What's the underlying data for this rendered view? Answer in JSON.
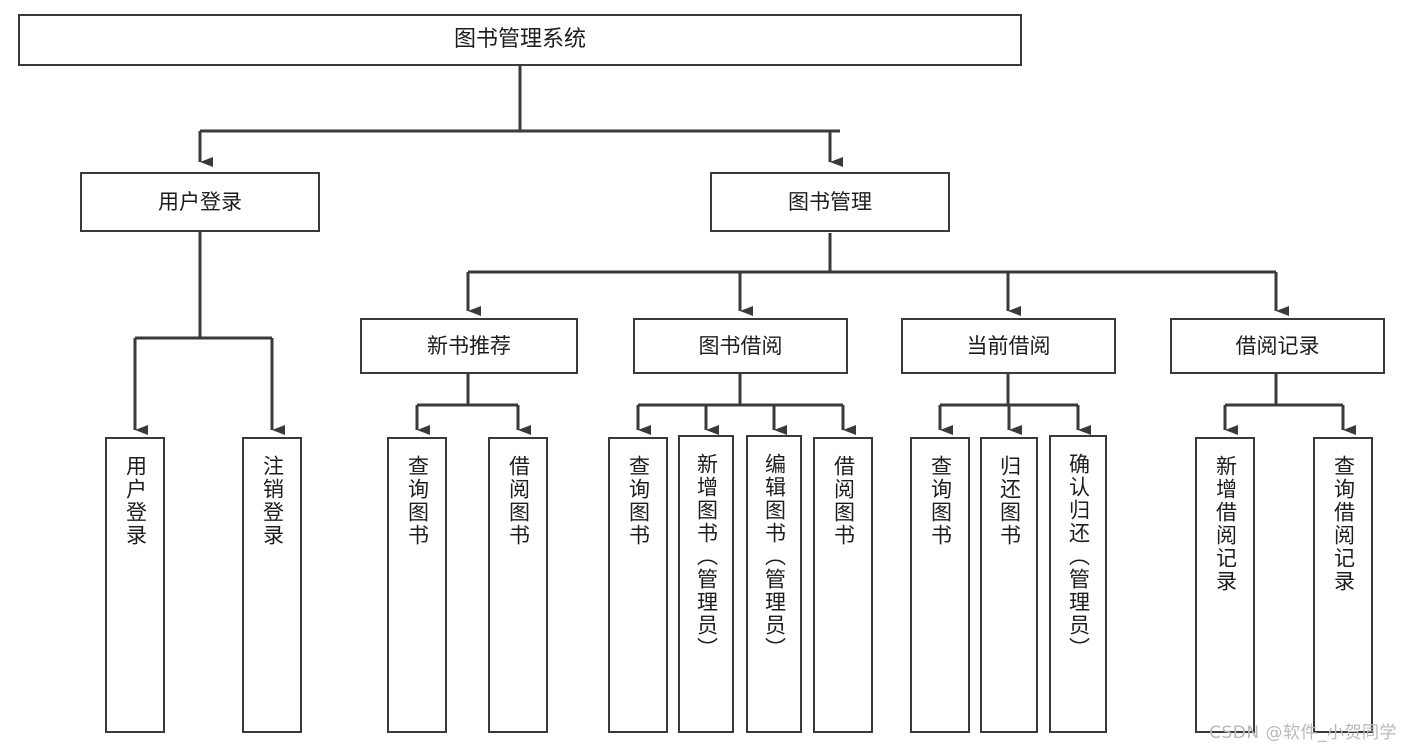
{
  "diagram": {
    "type": "tree",
    "title": "图书管理系统",
    "watermark": "CSDN @软件_小贺同学",
    "colors": {
      "stroke": "#3a3a3a",
      "fill": "#ffffff",
      "text": "#1d1d1d",
      "watermark": "#b8b8b8"
    },
    "nodes": {
      "root": "图书管理系统",
      "level1": [
        "用户登录",
        "图书管理"
      ],
      "level2": [
        "新书推荐",
        "图书借阅",
        "当前借阅",
        "借阅记录"
      ],
      "leaves": {
        "user_login": [
          "用户登录",
          "注销登录"
        ],
        "new_book": [
          "查询图书",
          "借阅图书"
        ],
        "book_borrow": [
          "查询图书",
          "新增图书（管理员）",
          "编辑图书（管理员）",
          "借阅图书"
        ],
        "current_borrow": [
          "查询图书",
          "归还图书",
          "确认归还（管理员）"
        ],
        "borrow_record": [
          "新增借阅记录",
          "查询借阅记录"
        ]
      }
    }
  }
}
